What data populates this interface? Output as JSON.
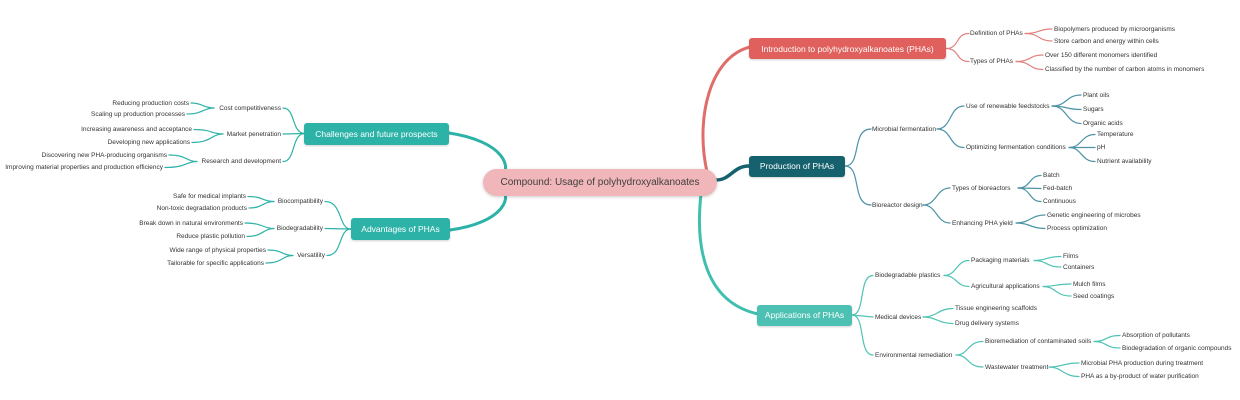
{
  "title": "Compound: Usage of polyhydroxyalkanoates",
  "diagram_type": "mindmap",
  "colors": {
    "central_bg": "#f1b6b9",
    "intro_bg": "#df605c",
    "production_bg": "#15616e",
    "applications_bg": "#4cc0b2",
    "challenges_bg": "#2cb2a7",
    "advantages_bg": "#2cb2a7",
    "intro_line": "#e0827f",
    "production_line": "#4d93a6",
    "applications_line": "#4fc3b4",
    "left_line": "#2fb3a8"
  },
  "branches": {
    "intro": {
      "label": "Introduction to polyhydroxyalkanoates (PHAs)",
      "definition": {
        "label": "Definition of PHAs",
        "items": [
          "Biopolymers produced by microorganisms",
          "Store carbon and energy within cells"
        ]
      },
      "types": {
        "label": "Types of PHAs",
        "items": [
          "Over 150 different monomers identified",
          "Classified by the number of carbon atoms in monomers"
        ]
      }
    },
    "production": {
      "label": "Production of PHAs",
      "microbial": {
        "label": "Microbial fermentation",
        "feedstocks": {
          "label": "Use of renewable feedstocks",
          "items": [
            "Plant oils",
            "Sugars",
            "Organic acids"
          ]
        },
        "conditions": {
          "label": "Optimizing fermentation conditions",
          "items": [
            "Temperature",
            "pH",
            "Nutrient availability"
          ]
        }
      },
      "bioreactor": {
        "label": "Bioreactor design",
        "types": {
          "label": "Types of bioreactors",
          "items": [
            "Batch",
            "Fed-batch",
            "Continuous"
          ]
        },
        "yield": {
          "label": "Enhancing PHA yield",
          "items": [
            "Genetic engineering of microbes",
            "Process optimization"
          ]
        }
      }
    },
    "applications": {
      "label": "Applications of PHAs",
      "plastics": {
        "label": "Biodegradable plastics",
        "packaging": {
          "label": "Packaging materials",
          "items": [
            "Films",
            "Containers"
          ]
        },
        "agricultural": {
          "label": "Agricultural applications",
          "items": [
            "Mulch films",
            "Seed coatings"
          ]
        }
      },
      "medical": {
        "label": "Medical devices",
        "items": [
          "Tissue engineering scaffolds",
          "Drug delivery systems"
        ]
      },
      "environmental": {
        "label": "Environmental remediation",
        "bioremediation": {
          "label": "Bioremediation of contaminated soils",
          "items": [
            "Absorption of pollutants",
            "Biodegradation of organic compounds"
          ]
        },
        "wastewater": {
          "label": "Wastewater treatment",
          "items": [
            "Microbial PHA production during treatment",
            "PHA as a by-product of water purification"
          ]
        }
      }
    },
    "challenges": {
      "label": "Challenges and future prospects",
      "cost": {
        "label": "Cost competitiveness",
        "items": [
          "Reducing production costs",
          "Scaling up production processes"
        ]
      },
      "market": {
        "label": "Market penetration",
        "items": [
          "Increasing awareness and acceptance",
          "Developing new applications"
        ]
      },
      "rnd": {
        "label": "Research and development",
        "items": [
          "Discovering new PHA-producing organisms",
          "Improving material properties and production efficiency"
        ]
      }
    },
    "advantages": {
      "label": "Advantages of PHAs",
      "biocompatibility": {
        "label": "Biocompatibility",
        "items": [
          "Safe for medical implants",
          "Non-toxic degradation products"
        ]
      },
      "biodegradability": {
        "label": "Biodegradability",
        "items": [
          "Break down in natural environments",
          "Reduce plastic pollution"
        ]
      },
      "versatility": {
        "label": "Versatility",
        "items": [
          "Wide range of physical properties",
          "Tailorable for specific applications"
        ]
      }
    }
  }
}
